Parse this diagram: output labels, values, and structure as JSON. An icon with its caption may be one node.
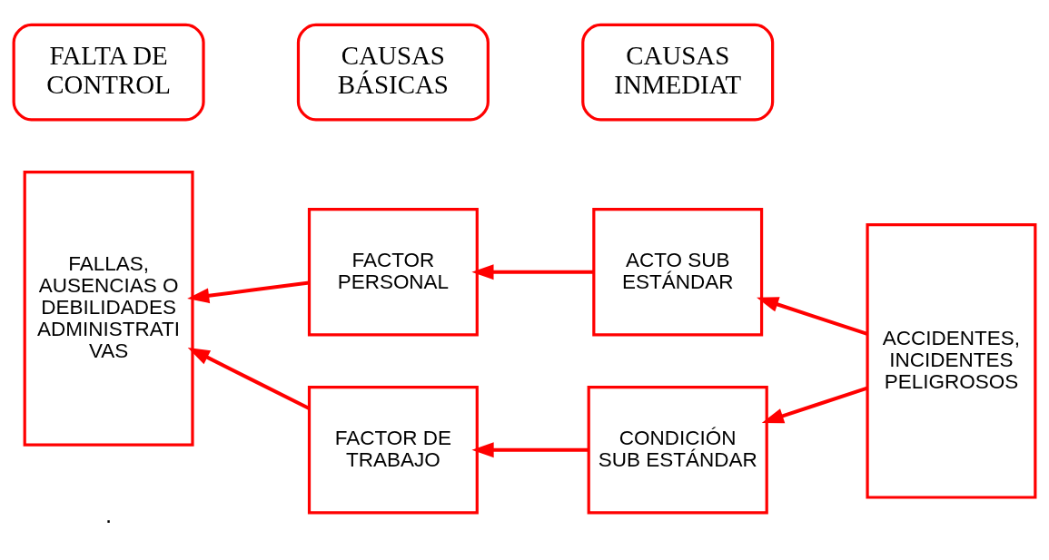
{
  "diagram": {
    "nodes": [
      {
        "text": [
          "FALTA DE CONTROL"
        ]
      },
      {
        "text": [
          "CAUSAS BÁSICAS"
        ]
      },
      {
        "text": [
          "CAUSAS INMEDIAT"
        ]
      },
      {
        "text": [
          "FALLAS, AUSENCIAS O DEBILIDADES ADMINISTRATIVAS"
        ]
      },
      {
        "text": [
          "FACTOR PERSONAL"
        ]
      },
      {
        "text": [
          "ACTO SUB ESTÁNDAR"
        ]
      },
      {
        "text": [
          "ACCIDENTES, INCIDENTES PELIGROSOS"
        ]
      },
      {
        "text": [
          "FACTOR DE TRABAJO"
        ]
      },
      {
        "text": [
          "CONDICIÓN SUB ESTÁNDAR"
        ]
      }
    ],
    "edges": [
      {
        "from": 6,
        "to": 5,
        "arrow": "to"
      },
      {
        "from": 6,
        "to": 8,
        "arrow": "to"
      },
      {
        "from": 5,
        "to": 4,
        "arrow": "to"
      },
      {
        "from": 8,
        "to": 7,
        "arrow": "to"
      },
      {
        "from": 4,
        "to": 3,
        "arrow": "to"
      },
      {
        "from": 7,
        "to": 3,
        "arrow": "to"
      }
    ],
    "labels": [
      "."
    ]
  }
}
